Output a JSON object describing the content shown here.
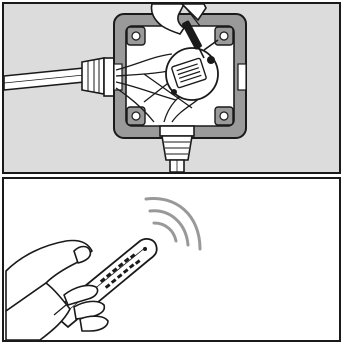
{
  "figure": {
    "panels": [
      {
        "id": "junction-box-wiring",
        "illustration": "junction-box-with-cable-glands-and-receiver-module"
      },
      {
        "id": "remote-control-use",
        "illustration": "hand-holding-remote-control-with-signal-waves"
      }
    ],
    "colors": {
      "outline": "#1a1a1a",
      "top_panel_background": "#dcdcdc",
      "box_fill": "#9a9a9a",
      "box_inner": "#ffffff",
      "cable_fill": "#ffffff",
      "remote_fill": "#ffffff",
      "remote_buttons": "#1a1a1a",
      "signal_waves": "#999999"
    }
  }
}
